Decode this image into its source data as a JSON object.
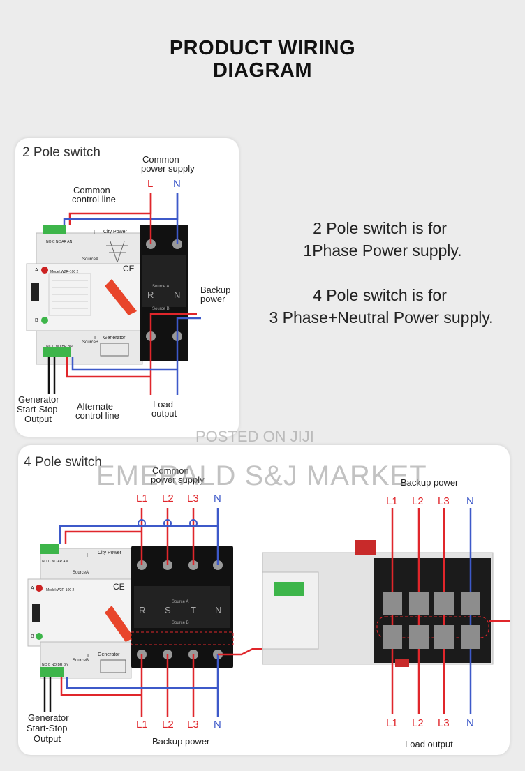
{
  "title": {
    "line1": "PRODUCT WIRING",
    "line2": "DIAGRAM"
  },
  "two_pole": {
    "heading": "2 Pole switch",
    "common_supply": [
      "Common",
      "power supply"
    ],
    "phase_L": "L",
    "phase_N": "N",
    "common_control": [
      "Common",
      "control line"
    ],
    "backup": [
      "Backup",
      "power"
    ],
    "generator": [
      "Generator",
      "Start-Stop",
      "Output"
    ],
    "alternate": [
      "Alternate",
      "control line"
    ],
    "load": [
      "Load",
      "output"
    ],
    "device": {
      "terminal_top": "NO C NC AR AN",
      "terminal_bottom": "NC C NO BR BN",
      "source_a": "SourceA",
      "source_b": "SourceB",
      "city_power": "City Power",
      "generator": "Generator",
      "roman_1": "I",
      "roman_2": "II",
      "ce": "CE",
      "model": "Model:W2R-100 2",
      "a": "A",
      "b": "B",
      "r": "R",
      "n": "N",
      "src_a_small": "Source A",
      "src_b_small": "Source B"
    }
  },
  "description": {
    "line1": "2 Pole switch is for",
    "line2": "1Phase Power supply.",
    "line3": "4 Pole switch is for",
    "line4": "3 Phase+Neutral Power supply."
  },
  "watermark": {
    "posted": "POSTED ON JIJI",
    "market": "EMERALD S&J MARKET"
  },
  "four_pole": {
    "heading": "4 Pole switch",
    "common_supply": [
      "Common",
      "power supply"
    ],
    "backup_top": "Backup power",
    "phases": [
      "L1",
      "L2",
      "L3",
      "N"
    ],
    "generator": [
      "Generator",
      "Start-Stop",
      "Output"
    ],
    "backup_bottom": "Backup power",
    "load_output": "Load output",
    "device": {
      "terminal_top": "NO C NC AR AN",
      "terminal_bottom": "NC C NO BR BN",
      "source_a": "SourceA",
      "source_b": "SourceB",
      "city_power": "City Power",
      "generator": "Generator",
      "roman_1": "I",
      "roman_2": "II",
      "ce": "CE",
      "model": "Model:W2R-100 2",
      "a": "A",
      "b": "B",
      "rstn": [
        "R",
        "S",
        "T",
        "N"
      ],
      "src_a_small": "Source A",
      "src_b_small": "Source B"
    }
  },
  "colors": {
    "live": "#e0262b",
    "neutral": "#3d59c9",
    "terminal": "#3db54a",
    "handle": "#e8452b"
  }
}
